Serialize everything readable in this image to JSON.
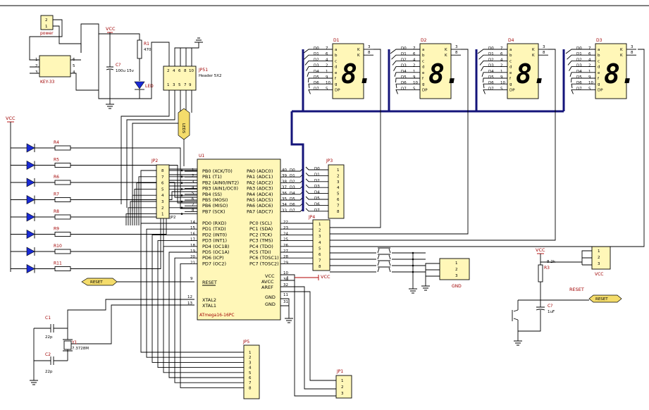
{
  "mcu": {
    "ref": "U1",
    "part": "ATmega16-16PC",
    "left_pins_b": [
      "PB0 (XCK/T0)",
      "PB1 (T1)",
      "PB2 (AIN0/INT2)",
      "PB3 (AIN1/OC0)",
      "PB4 (SS)",
      "PB5 (MOSI)",
      "PB6 (MISO)",
      "PB7 (SCK)"
    ],
    "left_nums_b": [
      "1",
      "2",
      "3",
      "4",
      "5",
      "6",
      "7",
      "8"
    ],
    "left_pins_d": [
      "PD0 (RXD)",
      "PD1 (TXD)",
      "PD2 (INT0)",
      "PD3 (INT1)",
      "PD4 (OC1B)",
      "PD5 (OC1A)",
      "PD6 (ICP)",
      "PD7 (OC2)"
    ],
    "left_nums_d": [
      "14",
      "15",
      "16",
      "17",
      "18",
      "19",
      "20",
      "21"
    ],
    "reset": "RESET",
    "reset_num": "9",
    "xtal2": "XTAL2",
    "xtal2_num": "12",
    "xtal1": "XTAL1",
    "xtal1_num": "13",
    "right_pins_a": [
      "PA0 (ADC0)",
      "PA1 (ADC1)",
      "PA2 (ADC2)",
      "PA3 (ADC3)",
      "PA4 (ADC4)",
      "PA5 (ADC5)",
      "PA6 (ADC6)",
      "PA7 (ADC7)"
    ],
    "right_nums_a": [
      "40",
      "39",
      "38",
      "37",
      "36",
      "35",
      "34",
      "33"
    ],
    "right_nets_a": [
      "D0",
      "D1",
      "D2",
      "D3",
      "D4",
      "D5",
      "D6",
      "D7"
    ],
    "right_pins_c": [
      "PC0 (SCL)",
      "PC1 (SDA)",
      "PC2 (TCK)",
      "PC3 (TMS)",
      "PC4 (TDO)",
      "PC5 (TDI)",
      "PC6 (TOSC1)",
      "PC7 (TOSC2)"
    ],
    "right_nums_c": [
      "22",
      "23",
      "24",
      "25",
      "26",
      "27",
      "28",
      "29"
    ],
    "vcc": "VCC",
    "vcc_num": "10",
    "avcc": "AVCC",
    "avcc_num": "30",
    "aref": "AREF",
    "aref_num": "32",
    "gnd1": "GND",
    "gnd1_num": "11",
    "gnd2": "GND",
    "gnd2_num": "31"
  },
  "power": {
    "jack": {
      "ref": "2\n1",
      "label": "power",
      "pins": [
        "2",
        "1"
      ]
    },
    "switch": {
      "label": "KEY-33",
      "pins_l": [
        "1",
        "2",
        "3"
      ],
      "pins_r": [
        "6",
        "5",
        "4"
      ]
    },
    "vcc_label": "VCC",
    "cap": {
      "ref": "C?",
      "value": "100u 15v"
    },
    "res": {
      "ref": "R1",
      "value": "470"
    },
    "led": {
      "ref": "LED"
    },
    "isp": {
      "ref": "JP51",
      "label": "Header 5X2",
      "pins_top": [
        "2",
        "4",
        "6",
        "8",
        "10"
      ],
      "pins_bot": [
        "1",
        "3",
        "5",
        "7",
        "9"
      ]
    }
  },
  "leds": {
    "vcc": "VCC",
    "resistors": [
      "R4",
      "R5",
      "R6",
      "R7",
      "R8",
      "R9",
      "R10",
      "R11"
    ]
  },
  "jp2": {
    "ref": "JP2",
    "foot": "JP2",
    "pins": [
      "8",
      "7",
      "6",
      "5",
      "4",
      "3",
      "2",
      "1"
    ]
  },
  "jp3": {
    "ref": "JP3",
    "pins": [
      "1",
      "2",
      "3",
      "4",
      "5",
      "6",
      "7",
      "8"
    ],
    "nets": [
      "D0",
      "D1",
      "D2",
      "D3",
      "D4",
      "D5",
      "D6",
      "D7"
    ]
  },
  "jp4": {
    "ref": "JP4",
    "pins": [
      "1",
      "2",
      "3",
      "4",
      "5",
      "6",
      "7",
      "8"
    ]
  },
  "jp5": {
    "ref": "JP5",
    "pins": [
      "1",
      "2",
      "3",
      "4",
      "5",
      "6",
      "7",
      "8"
    ]
  },
  "jp1": {
    "ref": "JP1",
    "pins": [
      "1",
      "2",
      "3"
    ]
  },
  "gndhdr": {
    "label": "GND",
    "pins": [
      "1",
      "2",
      "3"
    ]
  },
  "vcchdr": {
    "label": "VCC",
    "pins": [
      "1",
      "2",
      "3"
    ]
  },
  "digits": [
    {
      "ref": "D1",
      "char": "8.",
      "segs": [
        "a",
        "b",
        "c",
        "d",
        "e",
        "f",
        "g",
        "DP"
      ],
      "nets": [
        "D0",
        "D1",
        "D2",
        "D3",
        "D4",
        "D5",
        "D6",
        "D7"
      ],
      "nums": [
        "7",
        "6",
        "4",
        "2",
        "1",
        "9",
        "10",
        "5"
      ],
      "k": [
        "K",
        "K"
      ],
      "knums": [
        "3",
        "8"
      ]
    },
    {
      "ref": "D2",
      "char": "8.",
      "segs": [
        "a",
        "b",
        "c",
        "d",
        "e",
        "f",
        "g",
        "DP"
      ],
      "nets": [
        "D0",
        "D1",
        "D2",
        "D3",
        "D4",
        "D5",
        "D6",
        "D7"
      ],
      "nums": [
        "7",
        "6",
        "4",
        "2",
        "1",
        "9",
        "10",
        "5"
      ],
      "k": [
        "K",
        "K"
      ],
      "knums": [
        "3",
        "8"
      ]
    },
    {
      "ref": "D4",
      "char": "8.",
      "segs": [
        "a",
        "b",
        "c",
        "d",
        "e",
        "f",
        "g",
        "DP"
      ],
      "nets": [
        "D0",
        "D1",
        "D2",
        "D3",
        "D4",
        "D5",
        "D6",
        "D7"
      ],
      "nums": [
        "7",
        "6",
        "4",
        "2",
        "1",
        "9",
        "10",
        "5"
      ],
      "k": [
        "K",
        "K"
      ],
      "knums": [
        "3",
        "8"
      ]
    },
    {
      "ref": "D3",
      "char": "8.",
      "segs": [
        "a",
        "b",
        "c",
        "d",
        "e",
        "f",
        "g",
        "DP"
      ],
      "nets": [
        "D0",
        "D1",
        "D2",
        "D3",
        "D4",
        "D5",
        "D6",
        "D7"
      ],
      "nums": [
        "7",
        "6",
        "4",
        "2",
        "1",
        "9",
        "10",
        "5"
      ],
      "k": [
        "K",
        "K"
      ],
      "knums": [
        "3",
        "8"
      ]
    }
  ],
  "crystal": {
    "c1": "C1",
    "c1v": "22p",
    "c2": "C2",
    "c2v": "22p",
    "y": "Y1",
    "yv": "7.3728M"
  },
  "reset": {
    "net": "RESET",
    "vcc": "VCC",
    "res": "R3",
    "resv": "8.2k",
    "cap": "C?",
    "capv": "1uF"
  },
  "gnd": "GND",
  "vcc_net": "VCC",
  "bus_label": "LEDS"
}
